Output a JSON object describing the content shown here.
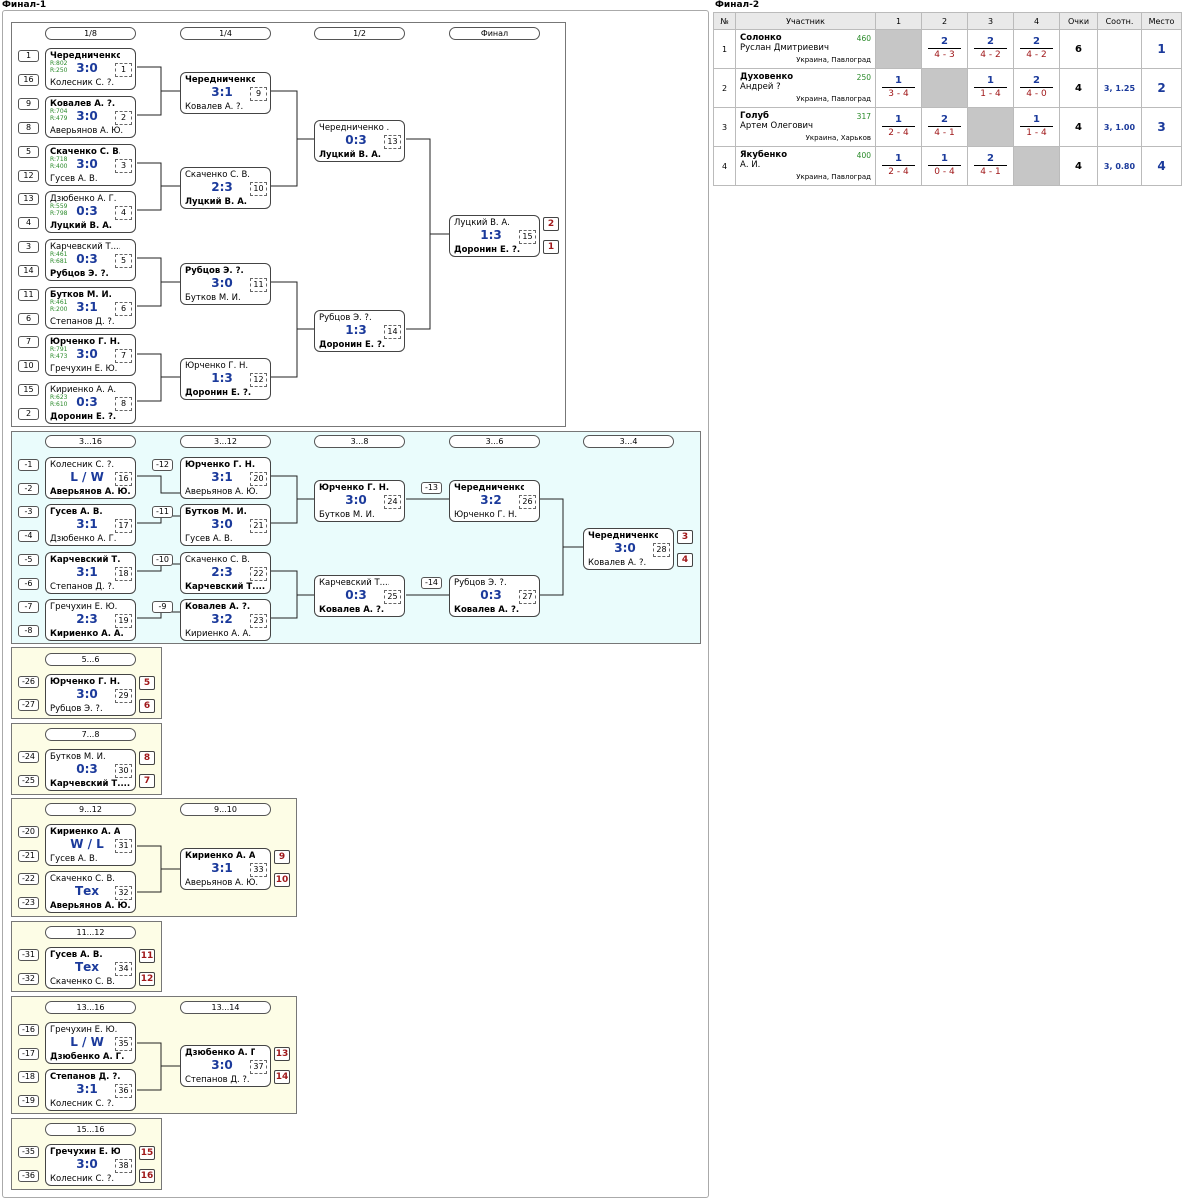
{
  "titles": {
    "f1": "Финал-1",
    "f2": "Финал-2"
  },
  "rounds_main": [
    "1/8",
    "1/4",
    "1/2",
    "Финал"
  ],
  "rounds_cons": [
    "3...16",
    "3...12",
    "3...8",
    "3...6",
    "3...4"
  ],
  "seeds": {
    "s1": "1",
    "s16": "16",
    "s9": "9",
    "s8": "8",
    "s5": "5",
    "s12": "12",
    "s13": "13",
    "s4": "4",
    "s3": "3",
    "s14": "14",
    "s11": "11",
    "s6": "6",
    "s7": "7",
    "s10": "10",
    "s15": "15",
    "s2": "2",
    "c1": "-1",
    "c2": "-2",
    "c3": "-3",
    "c4": "-4",
    "c5": "-5",
    "c6": "-6",
    "c7": "-7",
    "c8": "-8",
    "c12": "-12",
    "c11": "-11",
    "c10": "-10",
    "c9": "-9",
    "c13": "-13",
    "c14": "-14",
    "a26": "-26",
    "a27": "-27",
    "a24": "-24",
    "a25": "-25",
    "a20": "-20",
    "a21": "-21",
    "a22": "-22",
    "a23": "-23",
    "a31": "-31",
    "a32": "-32",
    "a16": "-16",
    "a17": "-17",
    "a18": "-18",
    "a19": "-19",
    "a35": "-35",
    "a36": "-36"
  },
  "matches": {
    "m1": {
      "p1": "Чередниченко ...",
      "p2": "Колесник С. ?.",
      "score": "3:0",
      "num": "1",
      "r1": "R:802",
      "r2": "R:250"
    },
    "m2": {
      "p1": "Ковалев А. ?.",
      "p2": "Аверьянов А. Ю.",
      "score": "3:0",
      "num": "2",
      "r1": "R:704",
      "r2": "R:479"
    },
    "m3": {
      "p1": "Скаченко С. В.",
      "p2": "Гусев А. В.",
      "score": "3:0",
      "num": "3",
      "r1": "R:718",
      "r2": "R:400"
    },
    "m4": {
      "p1": "Дзюбенко А. Г.",
      "p2": "Луцкий В. А.",
      "score": "0:3",
      "num": "4",
      "r1": "R:559",
      "r2": "R:798"
    },
    "m5": {
      "p1": "Карчевский Т....",
      "p2": "Рубцов Э. ?.",
      "score": "0:3",
      "num": "5",
      "r1": "R:461",
      "r2": "R:681"
    },
    "m6": {
      "p1": "Бутков М. И.",
      "p2": "Степанов Д. ?.",
      "score": "3:1",
      "num": "6",
      "r1": "R:461",
      "r2": "R:200"
    },
    "m7": {
      "p1": "Юрченко Г. Н.",
      "p2": "Гречухин Е. Ю.",
      "score": "3:0",
      "num": "7",
      "r1": "R:791",
      "r2": "R:473"
    },
    "m8": {
      "p1": "Кириенко А. А.",
      "p2": "Доронин Е. ?.",
      "score": "0:3",
      "num": "8",
      "r1": "R:623",
      "r2": "R:610"
    },
    "m9": {
      "p1": "Чередниченко ...",
      "p2": "Ковалев А. ?.",
      "score": "3:1",
      "num": "9"
    },
    "m10": {
      "p1": "Скаченко С. В.",
      "p2": "Луцкий В. А.",
      "score": "2:3",
      "num": "10"
    },
    "m11": {
      "p1": "Рубцов Э. ?.",
      "p2": "Бутков М. И.",
      "score": "3:0",
      "num": "11"
    },
    "m12": {
      "p1": "Юрченко Г. Н.",
      "p2": "Доронин Е. ?.",
      "score": "1:3",
      "num": "12"
    },
    "m13": {
      "p1": "Чередниченко ...",
      "p2": "Луцкий В. А.",
      "score": "0:3",
      "num": "13"
    },
    "m14": {
      "p1": "Рубцов Э. ?.",
      "p2": "Доронин Е. ?.",
      "score": "1:3",
      "num": "14"
    },
    "m15": {
      "p1": "Луцкий В. А.",
      "p2": "Доронин Е. ?.",
      "score": "1:3",
      "num": "15",
      "pl1": "2",
      "pl2": "1"
    },
    "m16": {
      "p1": "Колесник С. ?.",
      "p2": "Аверьянов А. Ю.",
      "score": "L / W",
      "num": "16"
    },
    "m17": {
      "p1": "Гусев А. В.",
      "p2": "Дзюбенко А. Г.",
      "score": "3:1",
      "num": "17"
    },
    "m18": {
      "p1": "Карчевский Т....",
      "p2": "Степанов Д. ?.",
      "score": "3:1",
      "num": "18"
    },
    "m19": {
      "p1": "Гречухин Е. Ю.",
      "p2": "Кириенко А. А.",
      "score": "2:3",
      "num": "19"
    },
    "m20": {
      "p1": "Юрченко Г. Н.",
      "p2": "Аверьянов А. Ю.",
      "score": "3:1",
      "num": "20"
    },
    "m21": {
      "p1": "Бутков М. И.",
      "p2": "Гусев А. В.",
      "score": "3:0",
      "num": "21"
    },
    "m22": {
      "p1": "Скаченко С. В.",
      "p2": "Карчевский Т....",
      "score": "2:3",
      "num": "22"
    },
    "m23": {
      "p1": "Ковалев А. ?.",
      "p2": "Кириенко А. А.",
      "score": "3:2",
      "num": "23"
    },
    "m24": {
      "p1": "Юрченко Г. Н.",
      "p2": "Бутков М. И.",
      "score": "3:0",
      "num": "24"
    },
    "m25": {
      "p1": "Карчевский Т....",
      "p2": "Ковалев А. ?.",
      "score": "0:3",
      "num": "25"
    },
    "m26": {
      "p1": "Чередниченко ...",
      "p2": "Юрченко Г. Н.",
      "score": "3:2",
      "num": "26"
    },
    "m27": {
      "p1": "Рубцов Э. ?.",
      "p2": "Ковалев А. ?.",
      "score": "0:3",
      "num": "27"
    },
    "m28": {
      "p1": "Чередниченко ...",
      "p2": "Ковалев А. ?.",
      "score": "3:0",
      "num": "28",
      "pl1": "3",
      "pl2": "4"
    },
    "m29": {
      "p1": "Юрченко Г. Н.",
      "p2": "Рубцов Э. ?.",
      "score": "3:0",
      "num": "29",
      "pl1": "5",
      "pl2": "6"
    },
    "m30": {
      "p1": "Бутков М. И.",
      "p2": "Карчевский Т....",
      "score": "0:3",
      "num": "30",
      "pl1": "8",
      "pl2": "7"
    },
    "m31": {
      "p1": "Кириенко А. А.",
      "p2": "Гусев А. В.",
      "score": "W / L",
      "num": "31"
    },
    "m32": {
      "p1": "Скаченко С. В.",
      "p2": "Аверьянов А. Ю.",
      "score": "Тех",
      "num": "32"
    },
    "m33": {
      "p1": "Кириенко А. А.",
      "p2": "Аверьянов А. Ю.",
      "score": "3:1",
      "num": "33",
      "pl1": "9",
      "pl2": "10"
    },
    "m34": {
      "p1": "Гусев А. В.",
      "p2": "Скаченко С. В.",
      "score": "Тех",
      "num": "34",
      "pl1": "11",
      "pl2": "12"
    },
    "m35": {
      "p1": "Гречухин Е. Ю.",
      "p2": "Дзюбенко А. Г.",
      "score": "L / W",
      "num": "35"
    },
    "m36": {
      "p1": "Степанов Д. ?.",
      "p2": "Колесник С. ?.",
      "score": "3:1",
      "num": "36"
    },
    "m37": {
      "p1": "Дзюбенко А. Г.",
      "p2": "Степанов Д. ?.",
      "score": "3:0",
      "num": "37",
      "pl1": "13",
      "pl2": "14"
    },
    "m38": {
      "p1": "Гречухин Е. Ю.",
      "p2": "Колесник С. ?.",
      "score": "3:0",
      "num": "38",
      "pl1": "15",
      "pl2": "16"
    }
  },
  "placement": {
    "h56": "5...6",
    "h78": "7...8",
    "h912": "9...12",
    "h910": "9...10",
    "h1112": "11...12",
    "h1316": "13...16",
    "h1314": "13...14",
    "h1516": "15...16"
  },
  "rr": {
    "headers": [
      "№",
      "Участник",
      "1",
      "2",
      "3",
      "4",
      "Очки",
      "Соотн.",
      "Место"
    ],
    "rows": [
      {
        "no": "1",
        "name": "Солонко",
        "first": "Руслан Дмитриевич",
        "rating": "460",
        "city": "Украина, Павлоград",
        "cells": [
          null,
          {
            "w": "2",
            "s": "4 - 3"
          },
          {
            "w": "2",
            "s": "4 - 2"
          },
          {
            "w": "2",
            "s": "4 - 2"
          }
        ],
        "points": "6",
        "ratio": "",
        "place": "1"
      },
      {
        "no": "2",
        "name": "Духовенко",
        "first": "Андрей ?",
        "rating": "250",
        "city": "Украина, Павлоград",
        "cells": [
          {
            "w": "1",
            "s": "3 - 4"
          },
          null,
          {
            "w": "1",
            "s": "1 - 4"
          },
          {
            "w": "2",
            "s": "4 - 0"
          }
        ],
        "points": "4",
        "ratio": "3, 1.25",
        "place": "2"
      },
      {
        "no": "3",
        "name": "Голуб",
        "first": "Артем Олегович",
        "rating": "317",
        "city": "Украина, Харьков",
        "cells": [
          {
            "w": "1",
            "s": "2 - 4"
          },
          {
            "w": "2",
            "s": "4 - 1"
          },
          null,
          {
            "w": "1",
            "s": "1 - 4"
          }
        ],
        "points": "4",
        "ratio": "3, 1.00",
        "place": "3"
      },
      {
        "no": "4",
        "name": "Якубенко",
        "first": "А. И.",
        "rating": "400",
        "city": "Украина, Павлоград",
        "cells": [
          {
            "w": "1",
            "s": "2 - 4"
          },
          {
            "w": "1",
            "s": "0 - 4"
          },
          {
            "w": "2",
            "s": "4 - 1"
          },
          null
        ],
        "points": "4",
        "ratio": "3, 0.80",
        "place": "4"
      }
    ]
  }
}
